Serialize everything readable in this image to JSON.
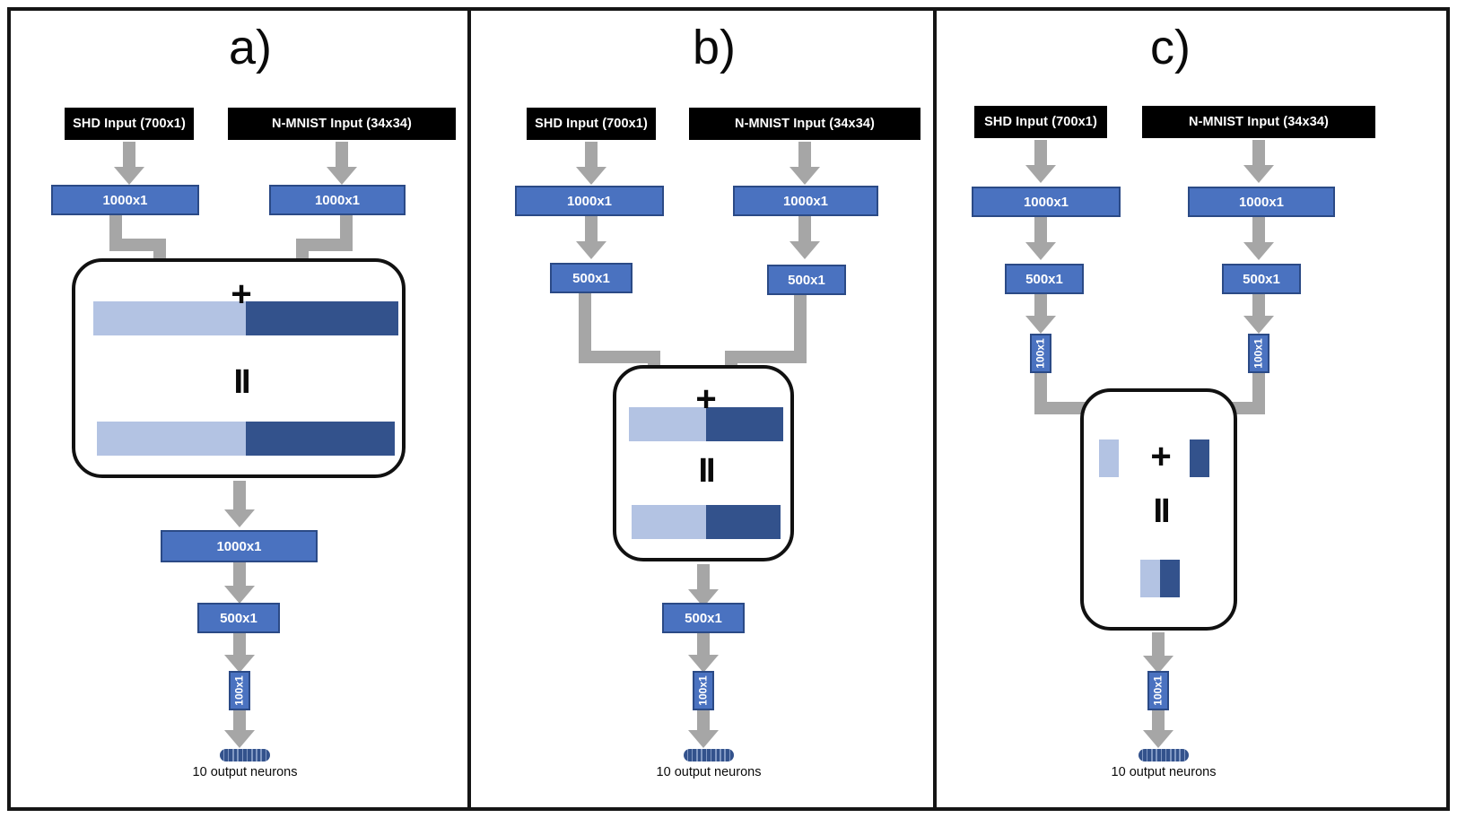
{
  "figure": {
    "title": "Multimodal SNN fusion architectures",
    "colors": {
      "input_box_bg": "#000000",
      "layer_box_bg": "#4a72c0",
      "layer_box_border": "#2b4a86",
      "arrow": "#a6a6a6",
      "bar_light": "#b3c3e3",
      "bar_dark": "#33528c",
      "frame": "#151515"
    },
    "operators": {
      "plus": "+",
      "equals": "II"
    }
  },
  "panels": [
    {
      "label": "a)",
      "inputs": [
        {
          "text": "SHD Input (700x1)"
        },
        {
          "text": "N-MNIST Input (34x34)"
        }
      ],
      "pre_fusion": {
        "left": [
          "1000x1"
        ],
        "right": [
          "1000x1"
        ]
      },
      "fusion": {
        "style": "wide-bars",
        "plus": "+",
        "equals": "II"
      },
      "post_fusion": [
        "1000x1",
        "500x1",
        "100x1"
      ],
      "output": {
        "caption": "10 output neurons"
      }
    },
    {
      "label": "b)",
      "inputs": [
        {
          "text": "SHD Input (700x1)"
        },
        {
          "text": "N-MNIST Input (34x34)"
        }
      ],
      "pre_fusion": {
        "left": [
          "1000x1",
          "500x1"
        ],
        "right": [
          "1000x1",
          "500x1"
        ]
      },
      "fusion": {
        "style": "wide-bars",
        "plus": "+",
        "equals": "II"
      },
      "post_fusion": [
        "500x1",
        "100x1"
      ],
      "output": {
        "caption": "10 output neurons"
      }
    },
    {
      "label": "c)",
      "inputs": [
        {
          "text": "SHD Input (700x1)"
        },
        {
          "text": "N-MNIST Input (34x34)"
        }
      ],
      "pre_fusion": {
        "left": [
          "1000x1",
          "500x1",
          "100x1"
        ],
        "right": [
          "1000x1",
          "500x1",
          "100x1"
        ]
      },
      "fusion": {
        "style": "narrow-bars",
        "plus": "+",
        "equals": "II"
      },
      "post_fusion": [
        "100x1"
      ],
      "output": {
        "caption": "10 output neurons"
      }
    }
  ]
}
